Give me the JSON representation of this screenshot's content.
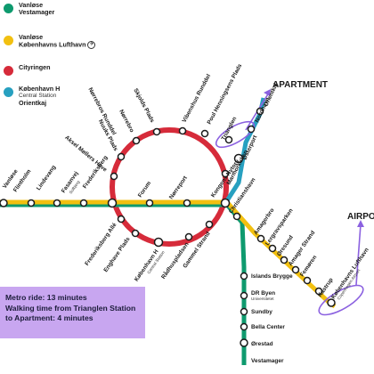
{
  "colors": {
    "green_line": "#0e9a6e",
    "yellow_line": "#f2c010",
    "red_line": "#d62b3a",
    "cyan_line": "#27a0c0",
    "highlight": "#8b61e0",
    "infobox_bg": "#c8a6f0"
  },
  "legend": [
    {
      "name": "Vanløse",
      "sub_line": "Vestamager",
      "color": "#0e9a6e",
      "airport": false
    },
    {
      "name": "Vanløse",
      "sub_line": "Københavns Lufthavn",
      "color": "#f2c010",
      "airport": true
    },
    {
      "name": "Cityringen",
      "sub_line": "",
      "color": "#d62b3a",
      "airport": false
    },
    {
      "name": "København H",
      "note": "Central Station",
      "sub_line": "Orientkaj",
      "color": "#27a0c0",
      "airport": false
    }
  ],
  "tags": {
    "apartment": "APARTMENT",
    "airport": "AIRPORT"
  },
  "info": {
    "line1": "Metro ride: 13 minutes",
    "line2": "Walking time from Trianglen Station",
    "line3": "to Apartment: 4 minutes"
  },
  "stations": {
    "vanlose": "Vanløse",
    "flintholm": "Flintholm",
    "lindevang": "Lindevang",
    "fasanvej": "Fasanvej",
    "fasanvej_sub": "Solbjerg",
    "frederiksberg": "Frederiksberg",
    "forum": "Forum",
    "norreport": "Nørreport",
    "kongens_nytorv": "Kongens Nytorv",
    "christianshavn": "Christianshavn",
    "islands_brygge": "Islands Brygge",
    "dr_byen": "DR Byen",
    "dr_byen_sub": "Universitetet",
    "sundby": "Sundby",
    "bella_center": "Bella Center",
    "orestad": "Ørestad",
    "vestamager": "Vestamager",
    "amagerbro": "Amagerbro",
    "lergravsparken": "Lergravsparken",
    "oresund": "Øresund",
    "amager_strand": "Amager Strand",
    "femoren": "Femøren",
    "kastrup": "Kastrup",
    "lufthavn": "Københavns Lufthavn",
    "lufthavn_sub": "Copenhagen Airport",
    "nordhavn": "Nordhavn",
    "orientkaj": "Orientkaj",
    "osterport": "Østerport",
    "marmorkirken": "Marmorkirken",
    "trianglen": "Trianglen",
    "poul_henningsens": "Poul Henningsens Plads",
    "vibenshus": "Vibenshus Runddel",
    "skjolds": "Skjolds Plads",
    "norrebro": "Nørrebro",
    "norrebros_runddel": "Nørrebros Runddel",
    "nuuks": "Nuuks Plads",
    "aksel_moller": "Aksel Møllers Have",
    "frederiksberg_alle": "Frederiksberg Allé",
    "enghave": "Enghave Plads",
    "kobenhavn_h": "København H",
    "kobenhavn_h_sub": "Central Station",
    "radhuspladsen": "Rådhuspladsen",
    "gammel_strand": "Gammel Strand"
  }
}
